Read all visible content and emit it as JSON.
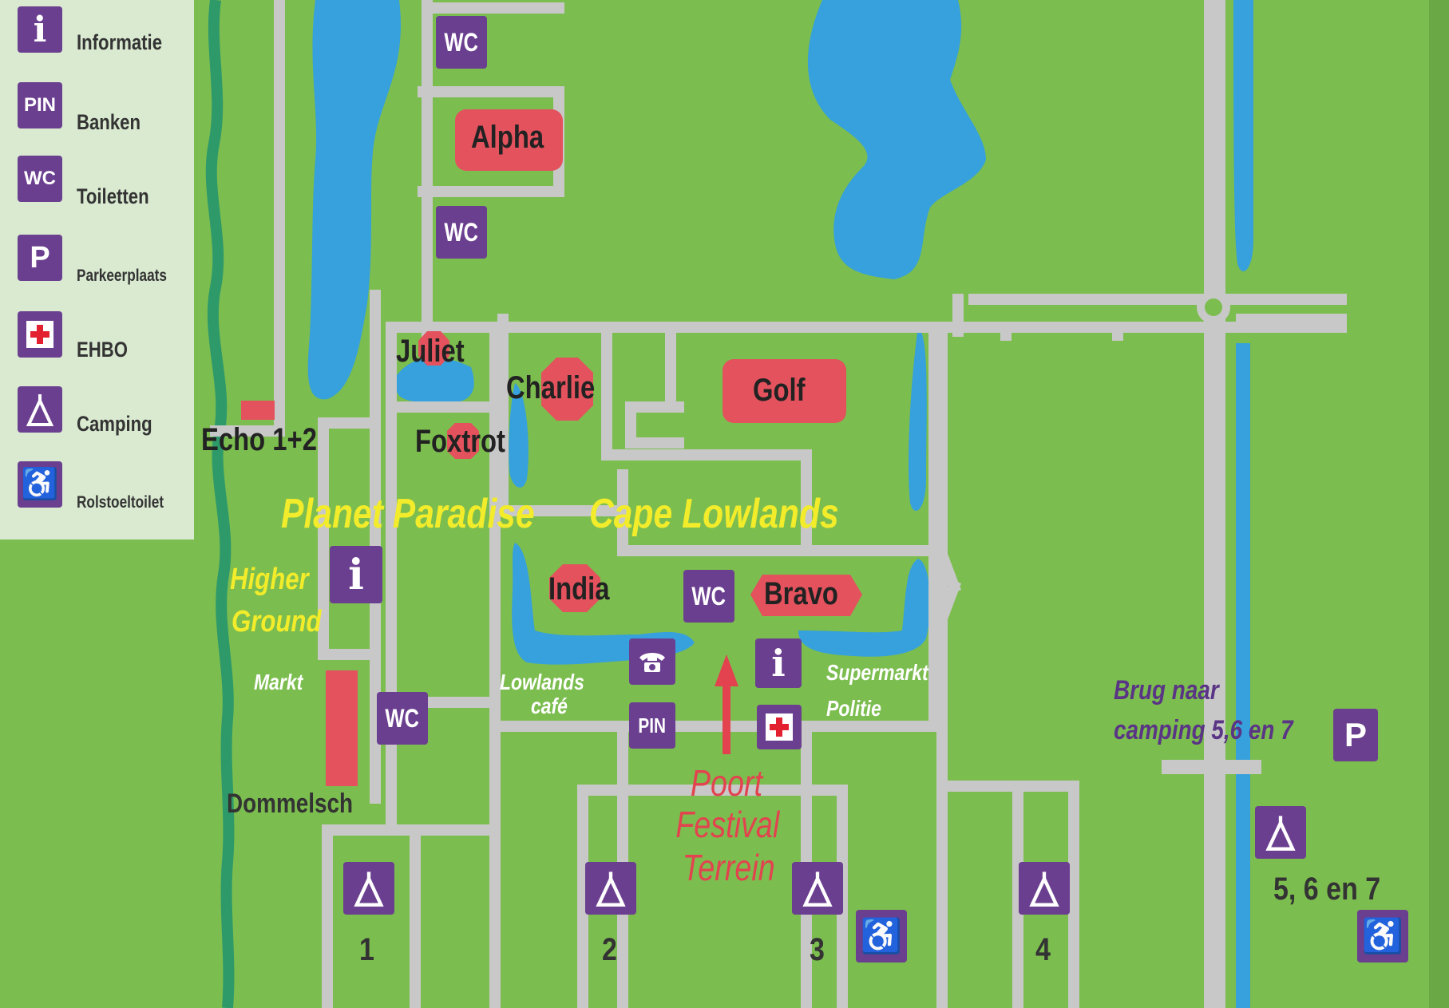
{
  "colors": {
    "grass": "#7cbd4f",
    "water": "#36a1dc",
    "path": "#c8c8c8",
    "stage": "#e3525d",
    "icon": "#6b3f8f",
    "area_label": "#f2ec2a",
    "entrance": "#e2434f",
    "border_stream": "#2e9a6a"
  },
  "legend": {
    "items": [
      {
        "icon": "info-icon",
        "symbol": "i",
        "label": "Informatie"
      },
      {
        "icon": "pin-icon",
        "symbol": "PIN",
        "label": "Banken"
      },
      {
        "icon": "wc-icon",
        "symbol": "WC",
        "label": "Toiletten"
      },
      {
        "icon": "parking-icon",
        "symbol": "P",
        "label": "Parkeerplaats"
      },
      {
        "icon": "first-aid-icon",
        "symbol": "+",
        "label": "EHBO"
      },
      {
        "icon": "tent-icon",
        "symbol": "Ⴀ",
        "label": "Camping"
      },
      {
        "icon": "wheelchair-icon",
        "symbol": "♿",
        "label": "Rolstoeltoilet"
      }
    ]
  },
  "stages": {
    "alpha": "Alpha",
    "golf": "Golf",
    "bravo": "Bravo",
    "charlie": "Charlie",
    "india": "India",
    "juliet": "Juliet",
    "foxtrot": "Foxtrot",
    "echo": "Echo 1+2"
  },
  "areas": {
    "planet_paradise": "Planet Paradise",
    "cape_lowlands": "Cape Lowlands",
    "higher_ground_1": "Higher",
    "higher_ground_2": "Ground"
  },
  "places": {
    "markt": "Markt",
    "dommelsch": "Dommelsch",
    "lowlands_cafe_1": "Lowlands",
    "lowlands_cafe_2": "café",
    "supermarkt": "Supermarkt",
    "politie": "Politie",
    "poort_1": "Poort",
    "poort_2": "Festival",
    "poort_3": "Terrein",
    "brug_1": "Brug naar",
    "brug_2": "camping 5,6 en 7"
  },
  "map_icons": {
    "wc": "WC",
    "pin": "PIN",
    "parking": "P",
    "info": "i"
  },
  "campings": {
    "c1": "1",
    "c2": "2",
    "c3": "3",
    "c4": "4",
    "c567": "5, 6 en 7"
  }
}
